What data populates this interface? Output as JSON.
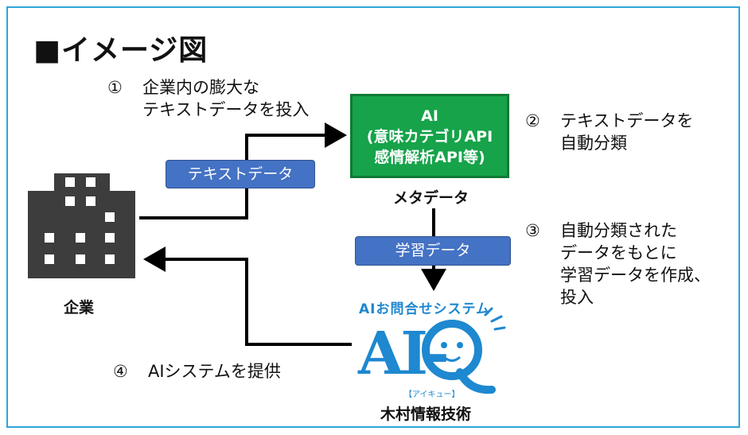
{
  "title": "■イメージ図",
  "steps": {
    "s1": {
      "num": "①",
      "line1": "企業内の膨大な",
      "line2": "テキストデータを投入"
    },
    "s2": {
      "num": "②",
      "line1": "テキストデータを",
      "line2": "自動分類"
    },
    "s3": {
      "num": "③",
      "line1": "自動分類された",
      "line2": "データをもとに",
      "line3": "学習データを作成、",
      "line4": "投入"
    },
    "s4": {
      "num": "④",
      "line1": "AIシステムを提供"
    }
  },
  "ai_box": {
    "line1": "AI",
    "line2": "(意味カテゴリAPI",
    "line3": "感情解析API等)"
  },
  "labels": {
    "text_data": "テキストデータ",
    "metadata": "メタデータ",
    "learning_data": "学習データ",
    "company": "企業",
    "kimura": "木村情報技術"
  },
  "aiq": {
    "subtitle": "AIお問合せシステム",
    "brand": "AI-Q",
    "kana": "【アイキュー】"
  },
  "colors": {
    "border": "#2ea6d8",
    "pill": "#4472c4",
    "ai_box": "#16a34a",
    "building": "#3d3d3d",
    "aiq": "#1e88d0"
  }
}
